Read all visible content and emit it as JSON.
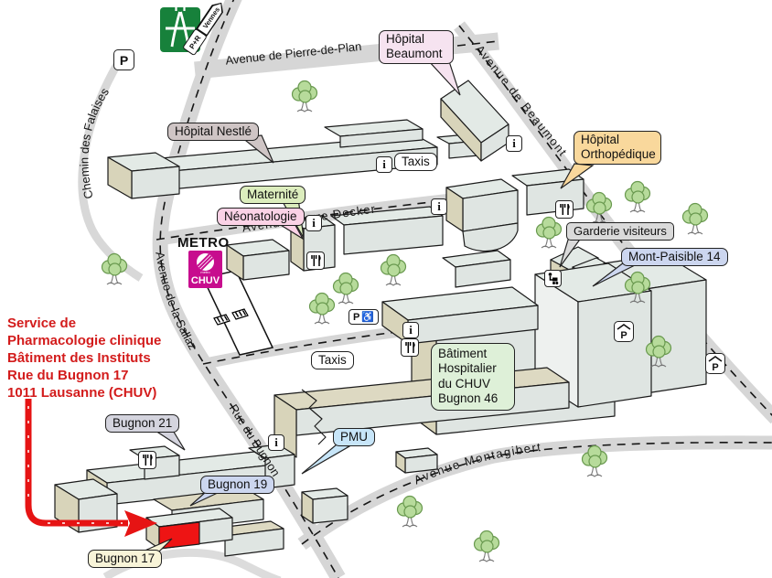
{
  "streets": {
    "pierre_de_plan": "Avenue de Pierre-de-Plan",
    "beaumont": "Avenue de Beaumont",
    "pierre_decker": "Avenue Pierre Decker",
    "falaises": "Chemin des Falaises",
    "sallaz": "Avenue de la Sallaz",
    "bugnon": "Rue du Bugnon",
    "montagibert": "Avenue Montagibert"
  },
  "labels": {
    "hopital_beaumont": "Hôpital Beaumont",
    "hopital_nestle": "Hôpital Nestlé",
    "maternite": "Maternité",
    "neonatologie": "Néonatologie",
    "hopital_orthopedique": "Hôpital Orthopédique",
    "garderie": "Garderie visiteurs",
    "mont_paisible": "Mont-Paisible 14",
    "batiment_hospitalier": "Bâtiment Hospitalier du CHUV Bugnon 46",
    "pmu": "PMU",
    "bugnon21": "Bugnon 21",
    "bugnon19": "Bugnon 19",
    "bugnon17": "Bugnon 17",
    "taxis": "Taxis"
  },
  "signs": {
    "park_and_ride": "P+R",
    "destination": "Vennes"
  },
  "metro": {
    "title": "METRO",
    "brand": "metro",
    "station": "CHUV"
  },
  "address": {
    "lines": [
      "Service de",
      "Pharmacologie clinique",
      "Bâtiment des Instituts",
      "Rue du Bugnon 17",
      "1011 Lausanne (CHUV)"
    ]
  },
  "icons": {
    "info": "i",
    "parking": "P",
    "covered_parking": "P",
    "wheelchair": "♿",
    "restaurant": "fork-knife",
    "stroller": "stroller",
    "highway": "motorway",
    "escalator": "escalator"
  },
  "colors": {
    "arrow_red": "#e61414",
    "metro_magenta": "#c70d8e",
    "highway_green": "#17813b",
    "road_gray": "#d6d6d6"
  }
}
